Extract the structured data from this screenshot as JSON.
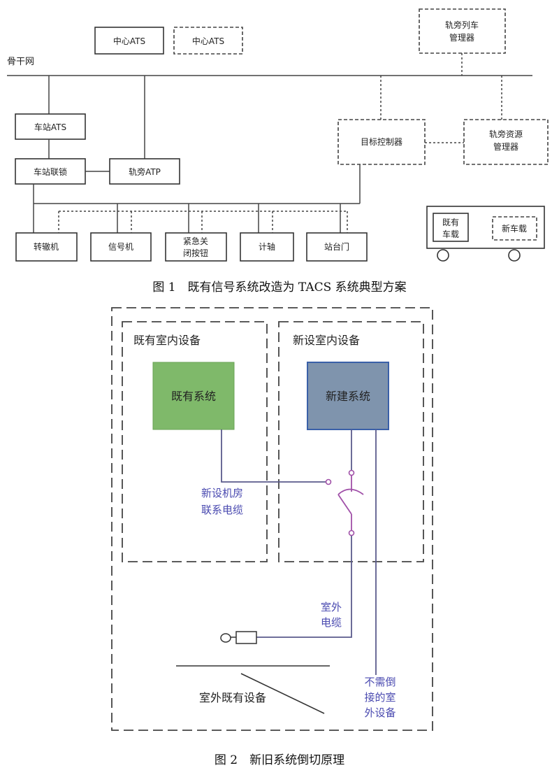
{
  "figure1": {
    "caption": "图 1　既有信号系统改造为 TACS 系统典型方案",
    "backbone_label": "骨干网",
    "center_ats": "中心ATS",
    "center_ats_new": "中心ATS",
    "trackside_train_mgr": [
      "轨旁列车",
      "管理器"
    ],
    "station_ats": "车站ATS",
    "station_interlock": "车站联锁",
    "trackside_atp": "轨旁ATP",
    "object_controller": "目标控制器",
    "trackside_resource_mgr": [
      "轨旁资源",
      "管理器"
    ],
    "switch_machine": "转辙机",
    "signal": "信号机",
    "emergency_stop": [
      "紧急关",
      "闭按钮"
    ],
    "axle_counter": "计轴",
    "platform_door": "站台门",
    "onboard_existing": [
      "既有",
      "车载"
    ],
    "onboard_new": "新车载"
  },
  "figure2": {
    "caption": "图 2　新旧系统倒切原理",
    "existing_indoor": "既有室内设备",
    "new_indoor": "新设室内设备",
    "existing_system": "既有系统",
    "new_system": "新建系统",
    "room_cable": [
      "新设机房",
      "联系电缆"
    ],
    "outdoor_cable": [
      "室外",
      "电缆"
    ],
    "outdoor_existing": "室外既有设备",
    "no_switch_outdoor": [
      "不需倒",
      "接的室",
      "外设备"
    ],
    "colors": {
      "existing_system": "#7fb96a",
      "new_system": "#7f94ad",
      "label_blue": "#4a4ab0",
      "switch": "#a050a8"
    }
  }
}
